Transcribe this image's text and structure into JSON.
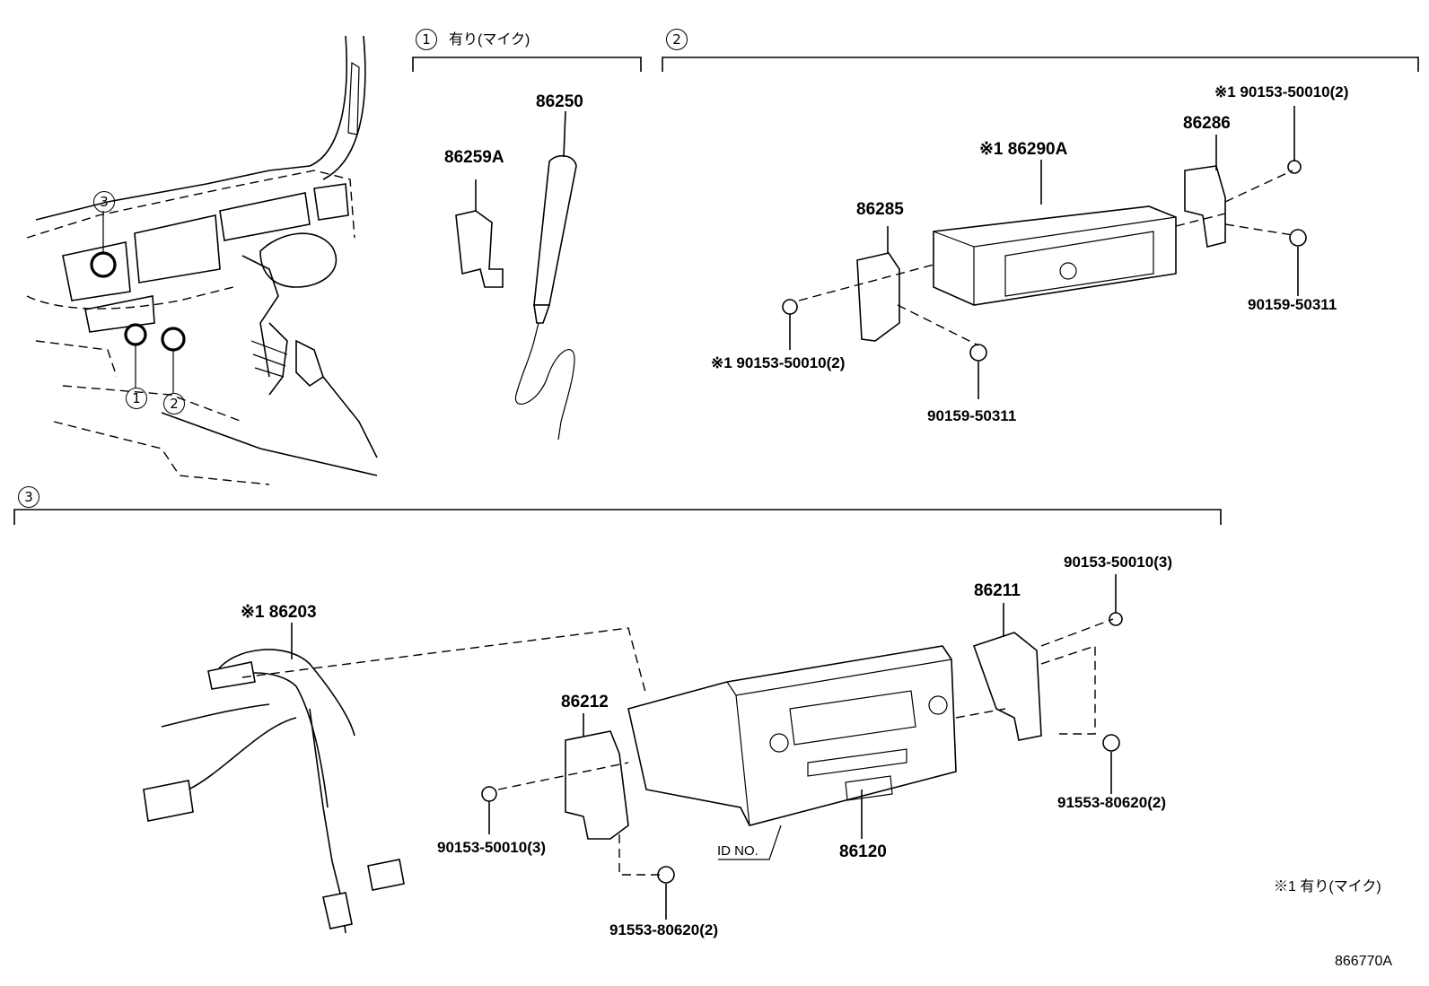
{
  "sections": {
    "s1": {
      "number": "1",
      "label": "有り(マイク)"
    },
    "s2": {
      "number": "2"
    },
    "s3": {
      "number": "3"
    }
  },
  "overview": {
    "callouts": [
      "3",
      "1",
      "2"
    ]
  },
  "parts_s1": {
    "mic": "86250",
    "holder": "86259A"
  },
  "parts_s2": {
    "unit": "※1 86290A",
    "bracket_left": "86285",
    "bracket_right": "86286",
    "bolt_top_right": "※1 90153-50010(2)",
    "screw_right": "90159-50311",
    "bolt_left": "※1 90153-50010(2)",
    "screw_bottom": "90159-50311"
  },
  "parts_s3": {
    "harness": "※1 86203",
    "bracket_left": "86212",
    "bracket_right": "86211",
    "radio": "86120",
    "id_no": "ID NO.",
    "bolt_top_right": "90153-50010(3)",
    "screw_right": "91553-80620(2)",
    "bolt_left": "90153-50010(3)",
    "screw_bottom": "91553-80620(2)"
  },
  "footnote": "※1 有り(マイク)",
  "drawing_id": "866770A"
}
